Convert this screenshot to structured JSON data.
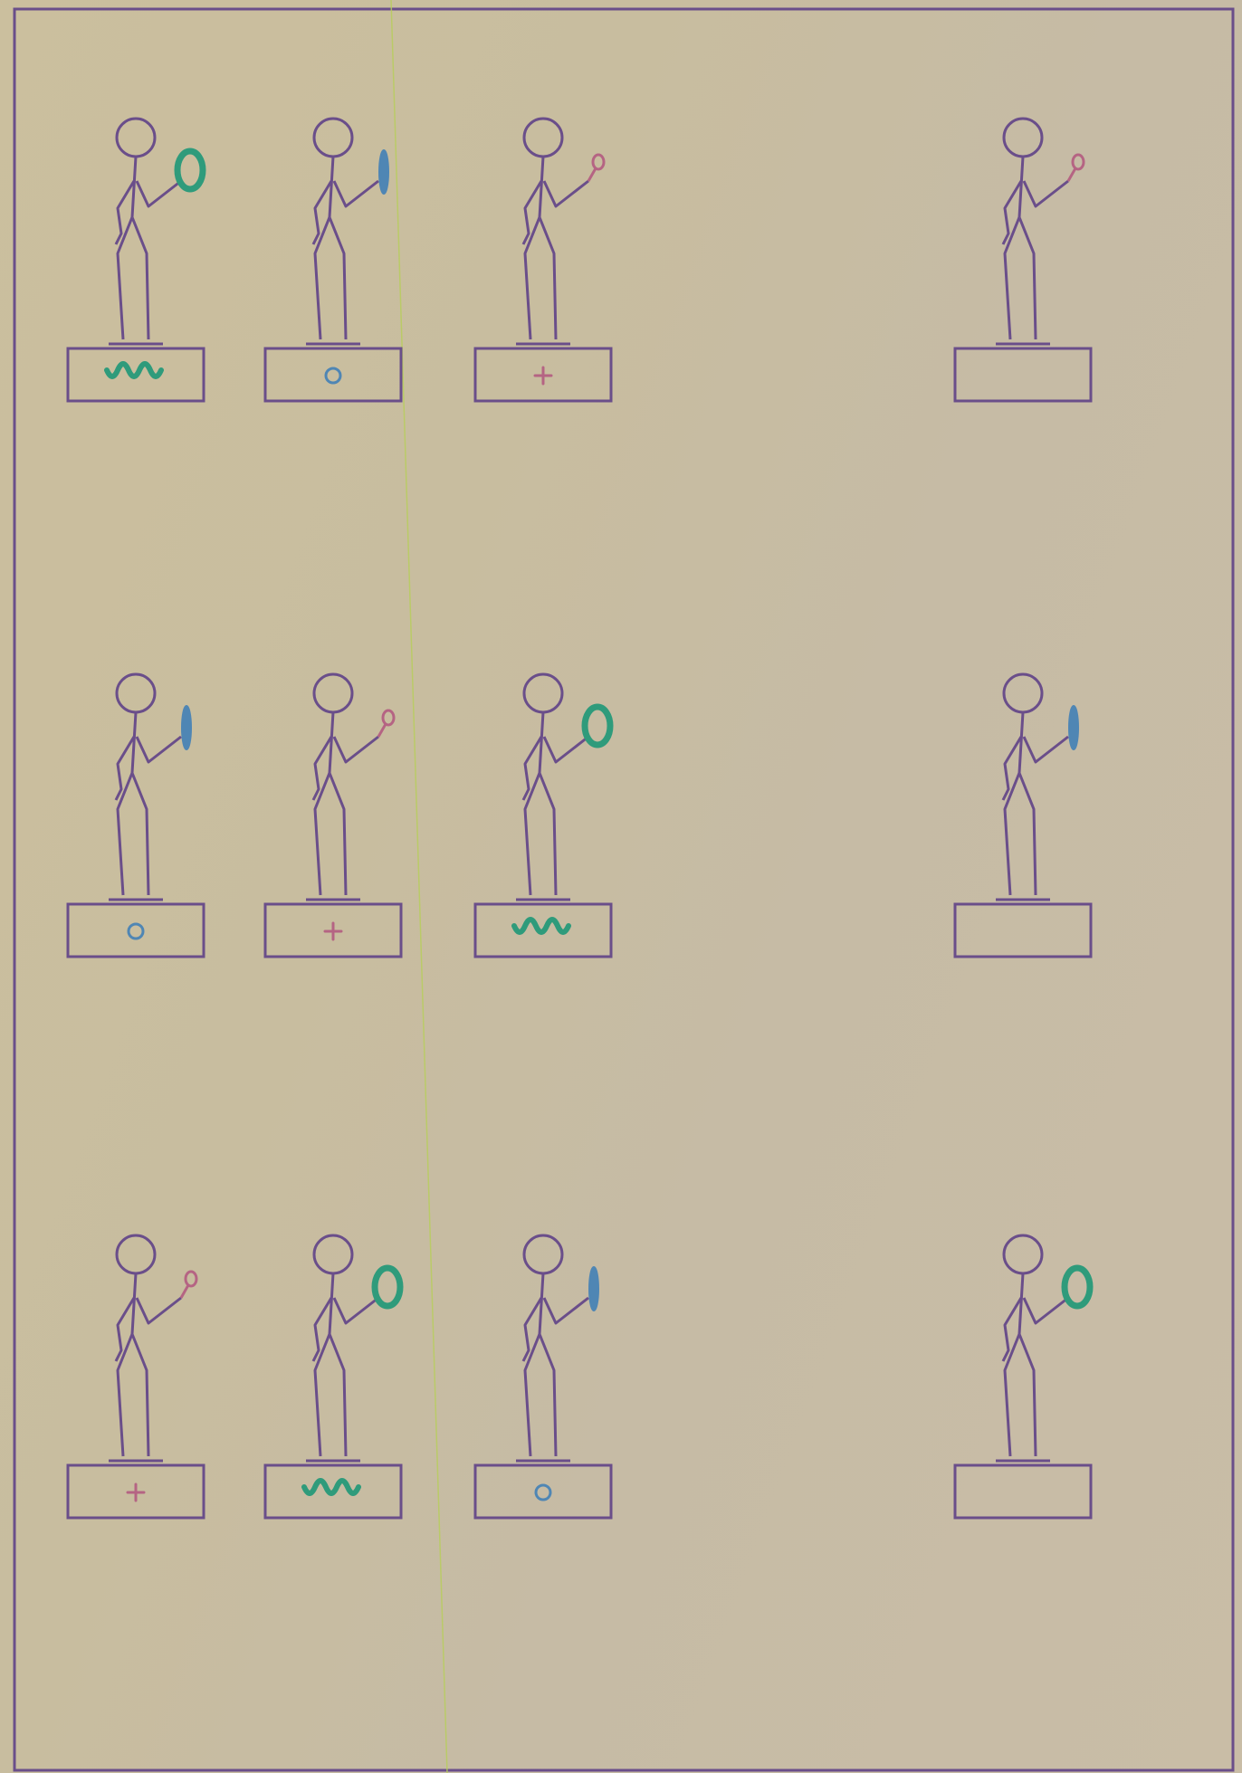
{
  "colors": {
    "paper": "#c8bda1",
    "ink": "#6a4e8a",
    "green": "#2f9b7b",
    "blue": "#4f86b4",
    "pink": "#b56483",
    "fold": "#b7cf5a"
  },
  "rows": [
    {
      "figures": [
        {
          "object": "ring",
          "objectColor": "green",
          "base": "wave"
        },
        {
          "object": "disc",
          "objectColor": "blue",
          "base": "circle"
        },
        {
          "object": "rattle",
          "objectColor": "pink",
          "base": "plus"
        },
        {
          "object": "rattle",
          "objectColor": "pink",
          "base": "blank"
        }
      ]
    },
    {
      "figures": [
        {
          "object": "disc",
          "objectColor": "blue",
          "base": "circle"
        },
        {
          "object": "rattle",
          "objectColor": "pink",
          "base": "plus"
        },
        {
          "object": "ring",
          "objectColor": "green",
          "base": "wave"
        },
        {
          "object": "disc",
          "objectColor": "blue",
          "base": "blank"
        }
      ]
    },
    {
      "figures": [
        {
          "object": "rattle",
          "objectColor": "pink",
          "base": "plus"
        },
        {
          "object": "ring",
          "objectColor": "green",
          "base": "wave"
        },
        {
          "object": "disc",
          "objectColor": "blue",
          "base": "circle"
        },
        {
          "object": "ring",
          "objectColor": "green",
          "base": "blank"
        }
      ]
    }
  ]
}
